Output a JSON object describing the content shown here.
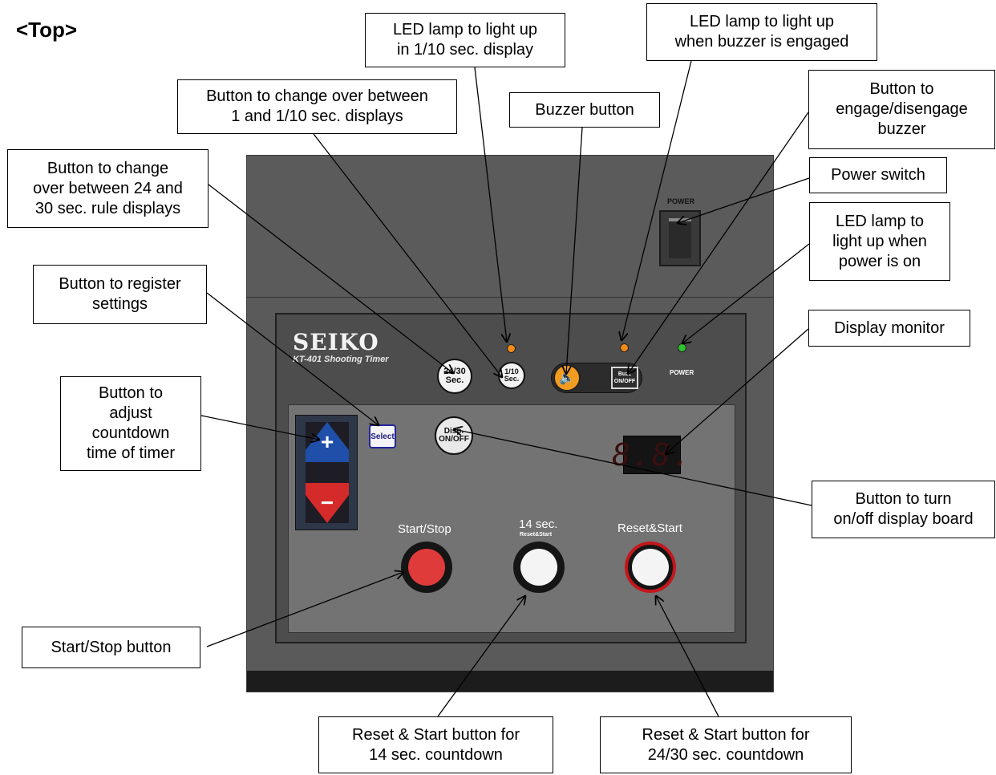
{
  "heading": "<Top>",
  "device": {
    "power_label": "POWER",
    "brand": "SEIKO",
    "model": "KT-401 Shooting Timer",
    "btn_24_30": "24/30 Sec.",
    "btn_1_10": "1/10 Sec.",
    "buzz_toggle": "Buzz ON/OFF",
    "power_led_label": "POWER",
    "select": "Select",
    "disp_button": "Disp. ON/OFF",
    "display_value": "8.8.",
    "start_stop": "Start/Stop",
    "fourteen": "14 sec.",
    "fourteen_sub": "Reset&Start",
    "reset_start": "Reset&Start",
    "colors": {
      "led_orange": "#f28a1a",
      "led_green": "#2ec22e",
      "start_stop_cap": "#e03b3b",
      "reset_ring": "#c4161c",
      "plus": "#1f4fa8",
      "minus": "#d52a2a"
    },
    "icons": [
      "speaker-icon",
      "plus-icon",
      "minus-icon"
    ]
  },
  "callouts": {
    "led_tenth": "LED lamp to light up\nin 1/10 sec. display",
    "led_buzzer": "LED lamp to light up\nwhen buzzer is engaged",
    "change_1_10": "Button to change over between\n1 and 1/10 sec. displays",
    "buzzer_button": "Buzzer button",
    "engage_buzzer": "Button to\nengage/disengage\nbuzzer",
    "change_24_30": "Button to change\nover between 24 and\n30 sec. rule displays",
    "power_switch": "Power switch",
    "led_power": "LED lamp to\nlight up when\npower is on",
    "register": "Button to register\nsettings",
    "display_monitor": "Display monitor",
    "adjust": "Button to\nadjust\ncountdown\ntime of timer",
    "display_board": "Button to turn\non/off display board",
    "start_stop": "Start/Stop button",
    "reset_14": "Reset & Start button for\n14 sec. countdown",
    "reset_24_30": "Reset & Start button for\n24/30 sec. countdown"
  }
}
